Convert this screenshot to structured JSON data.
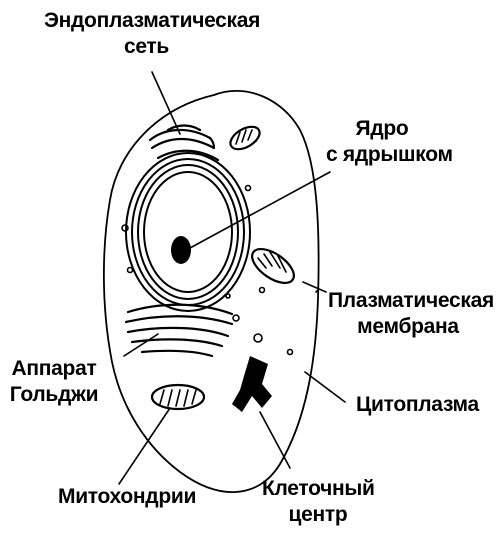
{
  "labels": {
    "er": [
      "Эндоплазматическая",
      "сеть"
    ],
    "nucleus": [
      "Ядро",
      "с ядрышком"
    ],
    "membrane": [
      "Плазматическая",
      "мембрана"
    ],
    "golgi": [
      "Аппарат",
      "Гольджи"
    ],
    "cytoplasm": "Цитоплазма",
    "mitochondria": "Митохондрии",
    "centrosome": [
      "Клеточный",
      "центр"
    ]
  },
  "colors": {
    "ink": "#000000",
    "background": "#ffffff"
  }
}
